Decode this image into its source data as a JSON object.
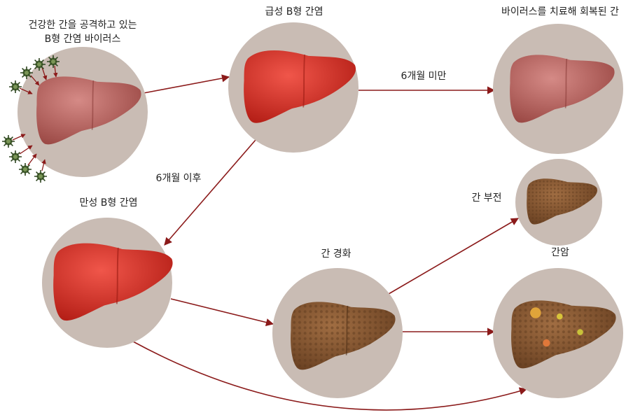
{
  "labels": {
    "healthy_line1": "건강한 간을 공격하고 있는",
    "healthy_line2": "B형 간염 바이러스",
    "acute": "급성 B형 간염",
    "recovered": "바이러스를 치료해 회복된 간",
    "under_6m": "6개월 미만",
    "after_6m": "6개월 이후",
    "chronic": "만성 B형 간염",
    "cirrhosis": "간 경화",
    "failure": "간 부전",
    "cancer": "간암"
  },
  "colors": {
    "circle_bg": "#c9bcb4",
    "arrow": "#8b1a1a",
    "healthy_liver": "#b5605c",
    "inflamed_liver": "#d9392c",
    "cirrhotic_liver": "#8a5a33",
    "virus": "#4d6a34"
  },
  "icons": [
    "healthy-liver-icon",
    "virus-icon",
    "inflamed-liver-icon",
    "cirrhotic-liver-icon",
    "tumor-icon"
  ]
}
